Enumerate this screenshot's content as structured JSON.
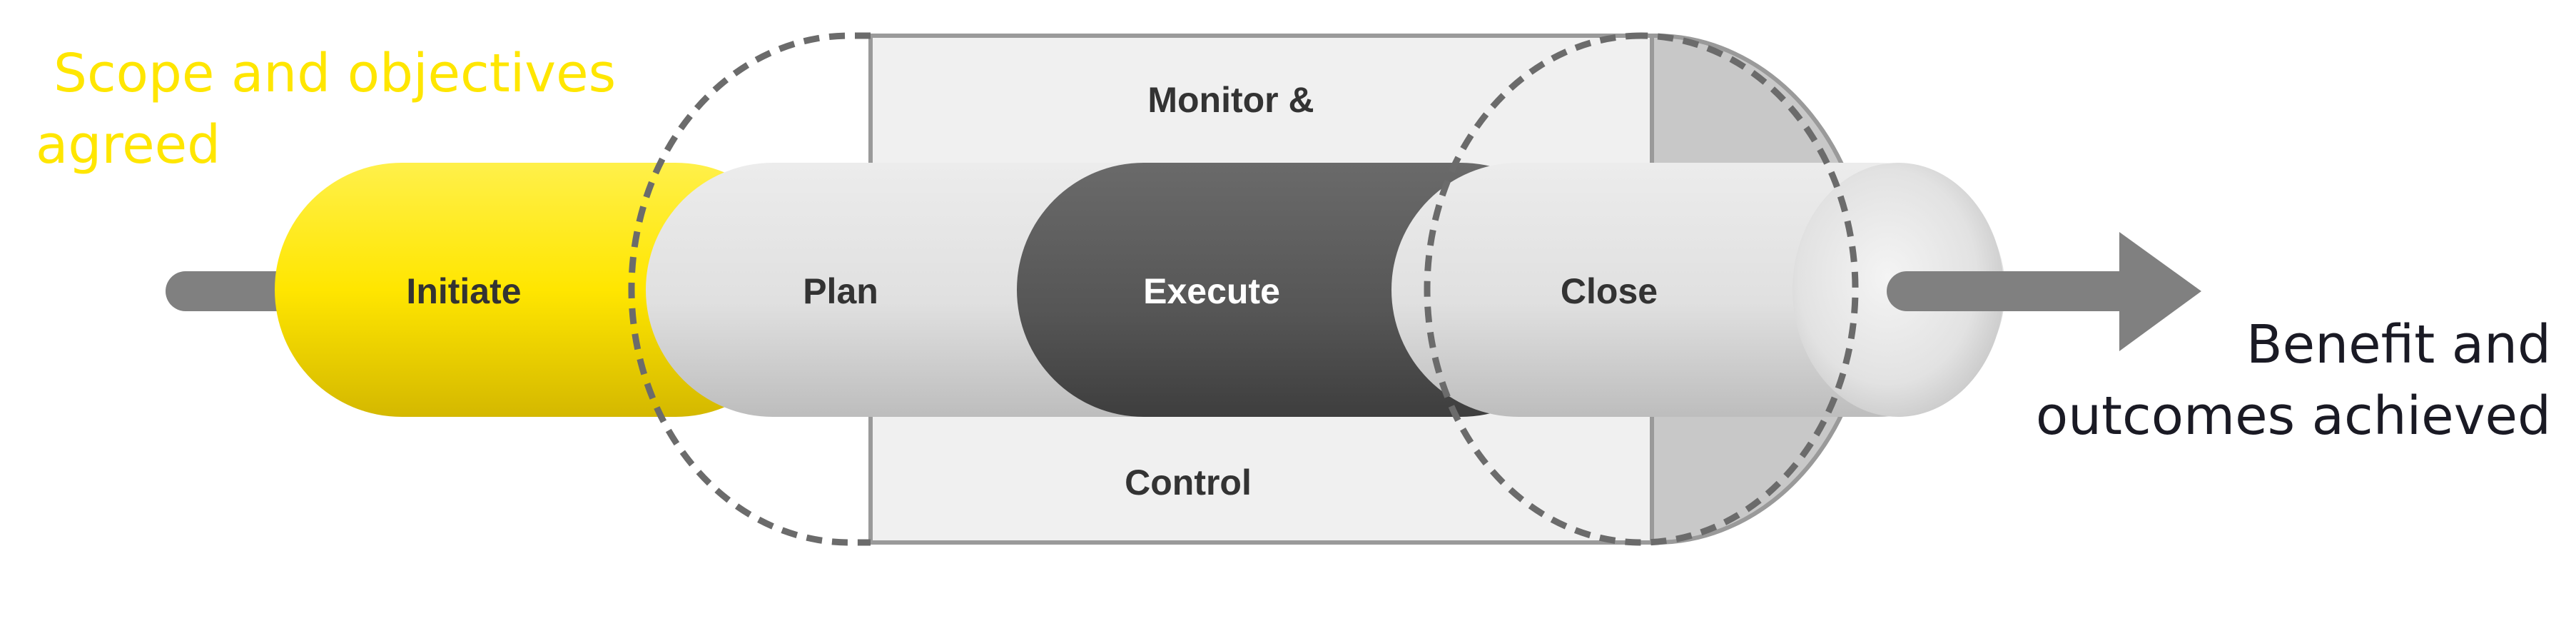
{
  "diagram": {
    "start_caption": [
      "Scope and objectives",
      "agreed"
    ],
    "end_caption": [
      "Benefit and",
      "outcomes achieved"
    ],
    "monitor_label": {
      "top": "Monitor &",
      "bottom": "Control"
    },
    "stages": [
      {
        "label": "Initiate",
        "color": "#ffe600",
        "text_color": "#333333"
      },
      {
        "label": "Plan",
        "color": "#e1e1e1",
        "text_color": "#333333"
      },
      {
        "label": "Execute",
        "color": "#555555",
        "text_color": "#ffffff"
      },
      {
        "label": "Close",
        "color": "#e1e1e1",
        "text_color": "#333333"
      }
    ],
    "colors": {
      "accent_yellow": "#ffe600",
      "dark_text": "#1a1a24",
      "arrow": "#808080",
      "dashed_outline": "#6b6b6b",
      "monitor_panel": "#f0f0f0"
    }
  }
}
